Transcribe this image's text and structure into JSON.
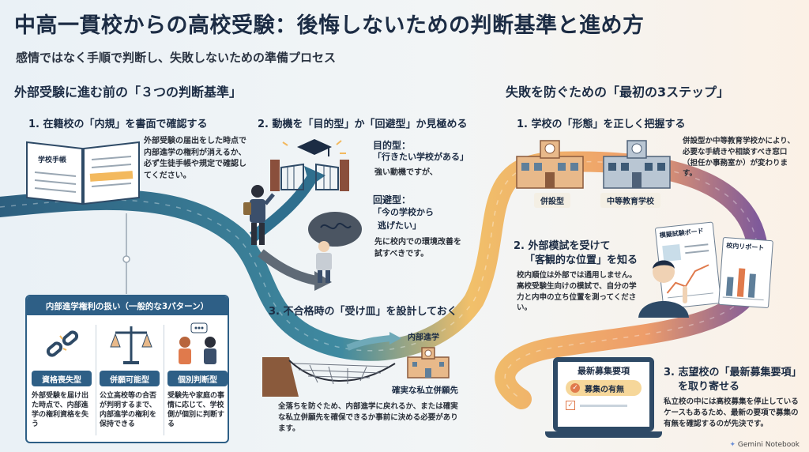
{
  "header": {
    "title": "中高一貫校からの高校受験：後悔しないための判断基準と進め方",
    "subtitle": "感情ではなく手順で判断し、失敗しないための準備プロセス"
  },
  "left_section": {
    "heading": "外部受験に進む前の「３つの判断基準」",
    "step1": {
      "heading": "1. 在籍校の「内規」を書面で確認する",
      "book_label": "学校手帳",
      "text": "外部受験の届出をした時点で内部進学の権利が消えるか、必ず生徒手帳や規定で確認してください。"
    },
    "step2": {
      "heading": "2. 動機を「目的型」か「回避型」か見極める",
      "purpose_title": "目的型：",
      "purpose_quote": "「行きたい学校がある」",
      "purpose_note": "強い動機ですが、",
      "avoid_title": "回避型：",
      "avoid_quote_1": "「今の学校から",
      "avoid_quote_2": "逃げたい」",
      "avoid_note": "先に校内での環境改善を試すべきです。"
    },
    "step3": {
      "heading": "3. 不合格時の「受け皿」を設計しておく",
      "inner_label": "内部進学",
      "safe_label": "確実な私立併願先",
      "text": "全落ちを防ぐため、内部進学に戻れるか、または確実な私立併願先を確保できるか事前に決める必要があります。"
    },
    "panel": {
      "heading": "内部進学権利の扱い（一般的な3パターン）",
      "patterns": [
        {
          "label": "資格喪失型",
          "desc": "外部受験を届け出た時点で、内部進学の権利資格を失う"
        },
        {
          "label": "併願可能型",
          "desc": "公立高校等の合否が判明するまで、内部進学の権利を保持できる"
        },
        {
          "label": "個別判断型",
          "desc": "受験先や家庭の事情に応じて、学校側が個別に判断する"
        }
      ]
    }
  },
  "right_section": {
    "heading": "失敗を防ぐための「最初の3ステップ」",
    "step1": {
      "heading": "1. 学校の「形態」を正しく把握する",
      "school_a": "併設型",
      "school_b": "中等教育学校",
      "text": "併設型か中等教育学校かにより、必要な手続きや相談すべき窓口（担任か事務室か）が変わります。"
    },
    "step2": {
      "heading_1": "2. 外部模試を受けて",
      "heading_2": "「客観的な位置」を知る",
      "card_a": "模擬試験ボード",
      "card_b": "校内リポート",
      "text": "校内順位は外部では通用しません。高校受験生向けの模試で、自分の学力と内申の立ち位置を測ってください。"
    },
    "step3": {
      "heading_1": "3. 志望校の「最新募集要項」",
      "heading_2": "を取り寄せる",
      "screen_title": "最新募集要項",
      "screen_badge": "募集の有無",
      "text": "私立校の中には高校募集を停止しているケースもあるため、最新の要項で募集の有無を確認するのが先決です。"
    }
  },
  "footer": {
    "brand": "Gemini Notebook"
  },
  "colors": {
    "navy": "#1c2c44",
    "teal": "#2e6f86",
    "orange": "#e9a060",
    "accent": "#f3b95e"
  }
}
